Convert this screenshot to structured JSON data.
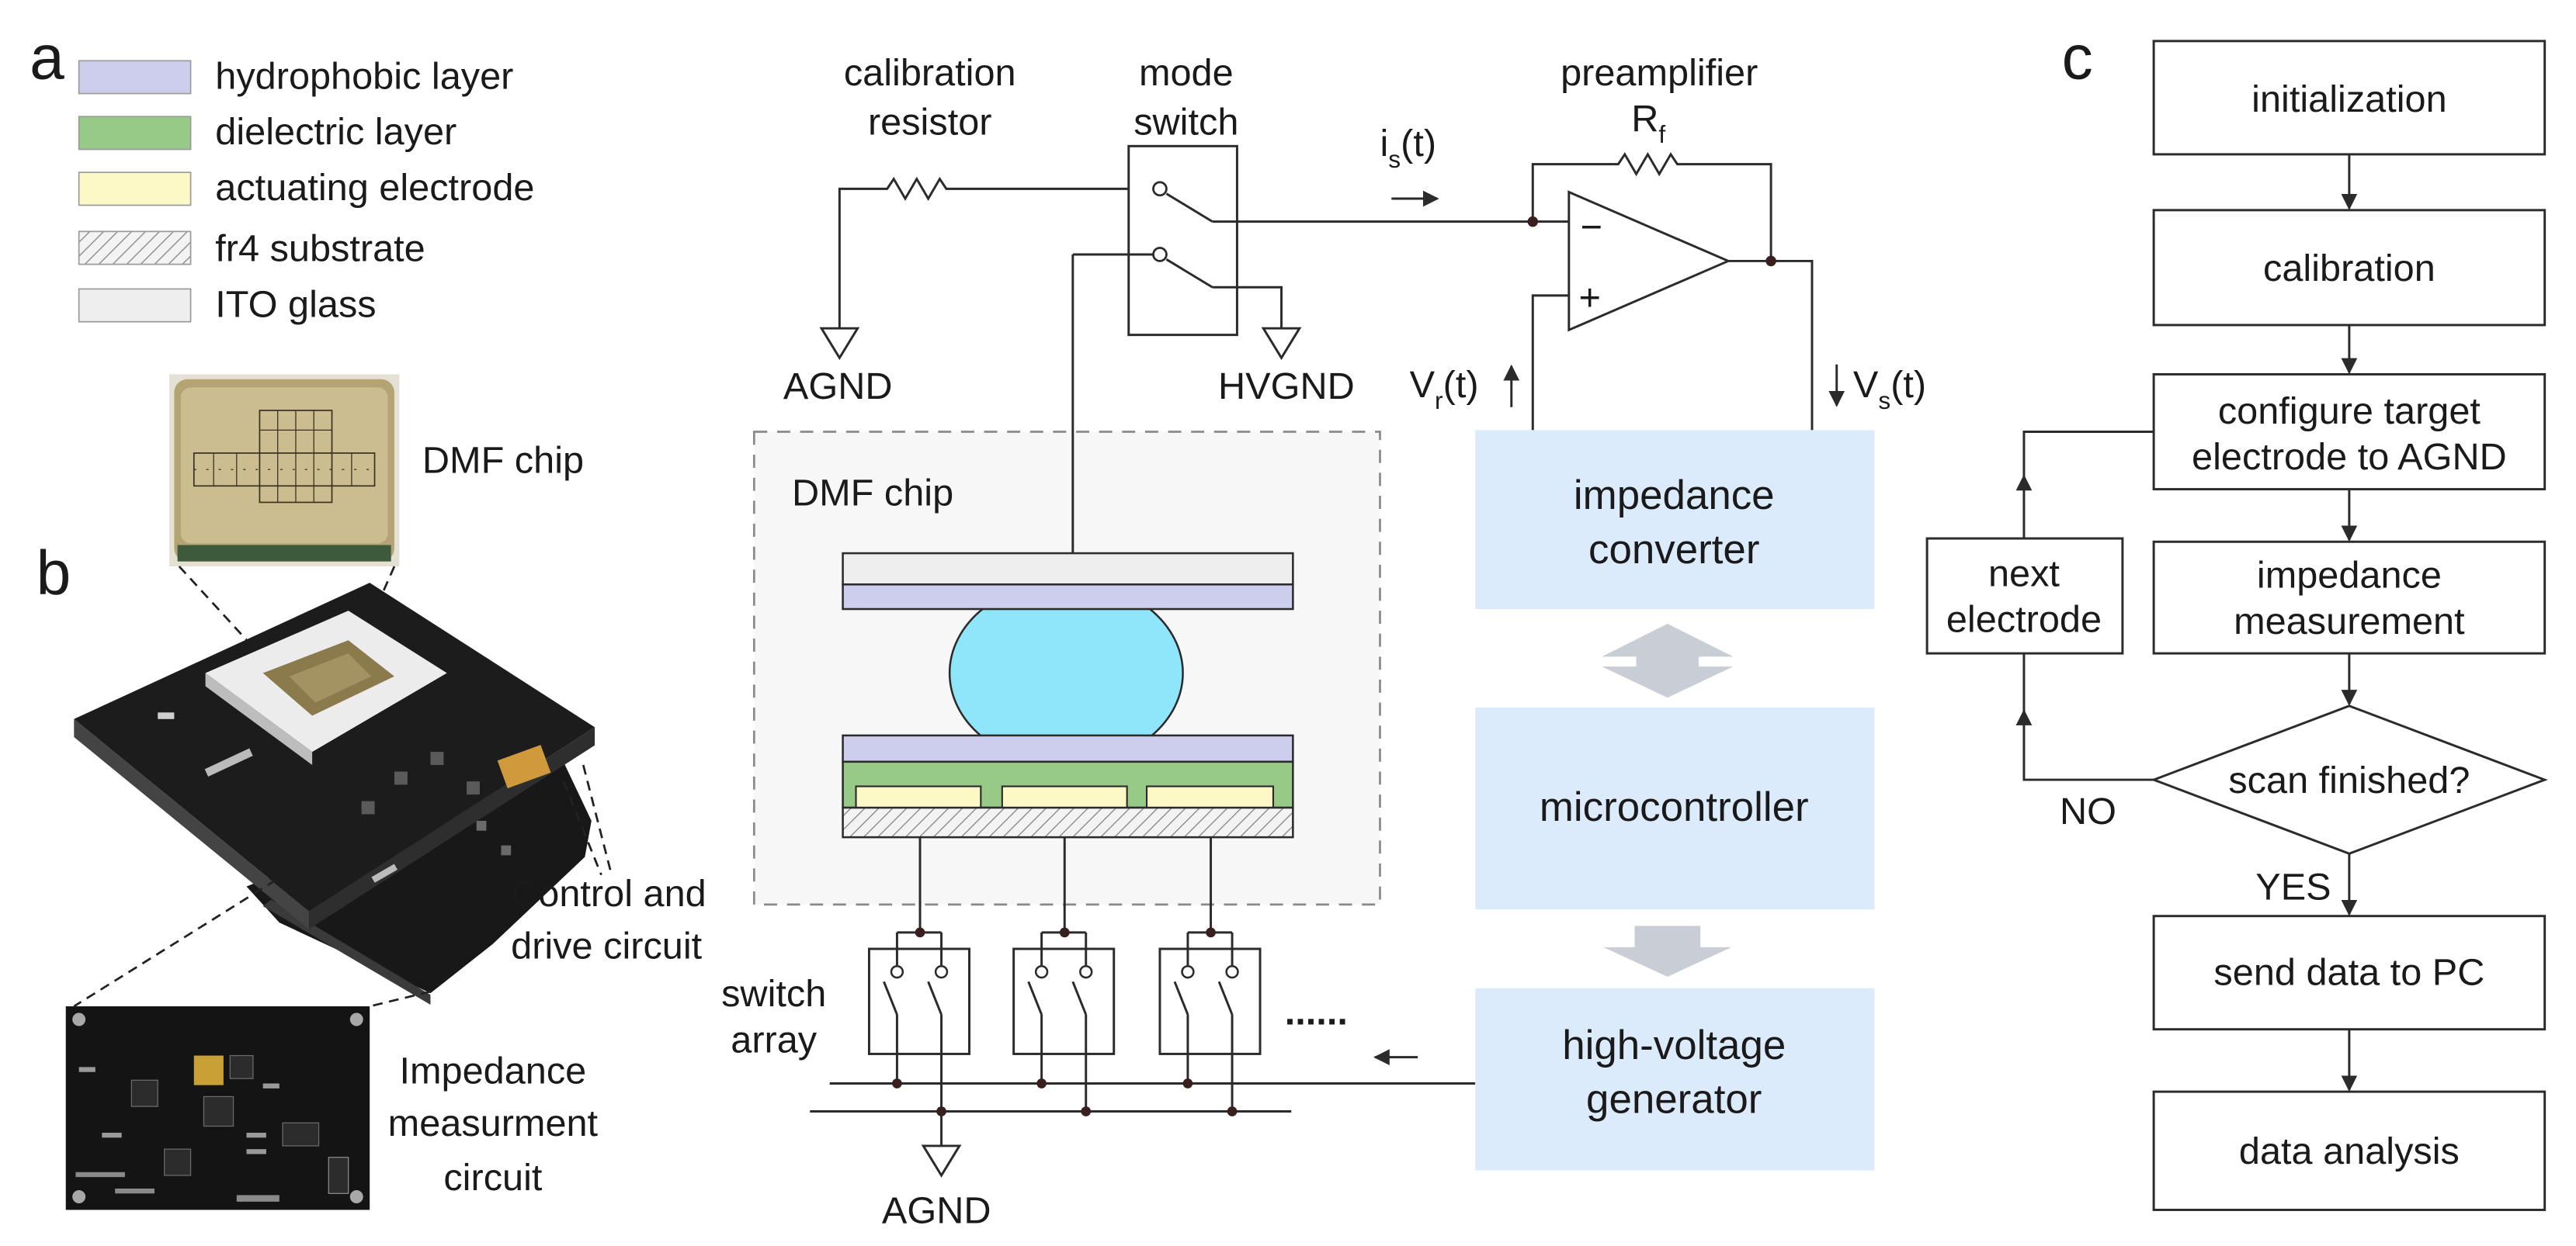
{
  "panel_labels": {
    "a": "a",
    "b": "b",
    "c": "c"
  },
  "legend": [
    {
      "label": "hydrophobic layer",
      "color": "#cdcdee"
    },
    {
      "label": "dielectric layer",
      "color": "#96ca86"
    },
    {
      "label": "actuating electrode",
      "color": "#fdf9c6"
    },
    {
      "label": "fr4 substrate"
    },
    {
      "label": "ITO glass",
      "color": "#eeeeee"
    }
  ],
  "photos": {
    "chip_label": "DMF chip",
    "control_label": [
      "Control and",
      "drive circuit"
    ],
    "impedance_label": [
      "Impedance",
      "measurment",
      "circuit"
    ]
  },
  "schematic": {
    "calibration_resistor": [
      "calibration",
      "resistor"
    ],
    "mode_switch": [
      "mode",
      "switch"
    ],
    "preamplifier": "preamplifier",
    "feedback_resistor": {
      "main": "R",
      "sub": "f"
    },
    "current": {
      "main": "i",
      "sub": "s",
      "suffix": "(t)"
    },
    "opamp_minus": "−",
    "opamp_plus": "+",
    "agnd_top": "AGND",
    "hvgnd": "HVGND",
    "vr": {
      "main": "V",
      "sub": "r",
      "suffix": "(t)"
    },
    "vs": {
      "main": "V",
      "sub": "s",
      "suffix": "(t)"
    },
    "dmf_chip_label": "DMF chip",
    "switch_array": [
      "switch",
      "array"
    ],
    "ellipsis": "......",
    "agnd_bottom": "AGND",
    "blocks": {
      "impedance_converter": [
        "impedance",
        "converter"
      ],
      "microcontroller": "microcontroller",
      "hv_generator": [
        "high-voltage",
        "generator"
      ]
    },
    "colors": {
      "block_fill": "#dcebfb",
      "droplet": "#8fe6fa",
      "block_arrow": "#c9cdd6"
    }
  },
  "flowchart": {
    "initialization": "initialization",
    "calibration": "calibration",
    "configure": [
      "configure target",
      "electrode to AGND"
    ],
    "impedance_measurement": [
      "impedance",
      "measurement"
    ],
    "next_electrode": [
      "next",
      "electrode"
    ],
    "decision": "scan finished?",
    "no_label": "NO",
    "yes_label": "YES",
    "send_data": "send data to PC",
    "data_analysis": "data analysis"
  }
}
